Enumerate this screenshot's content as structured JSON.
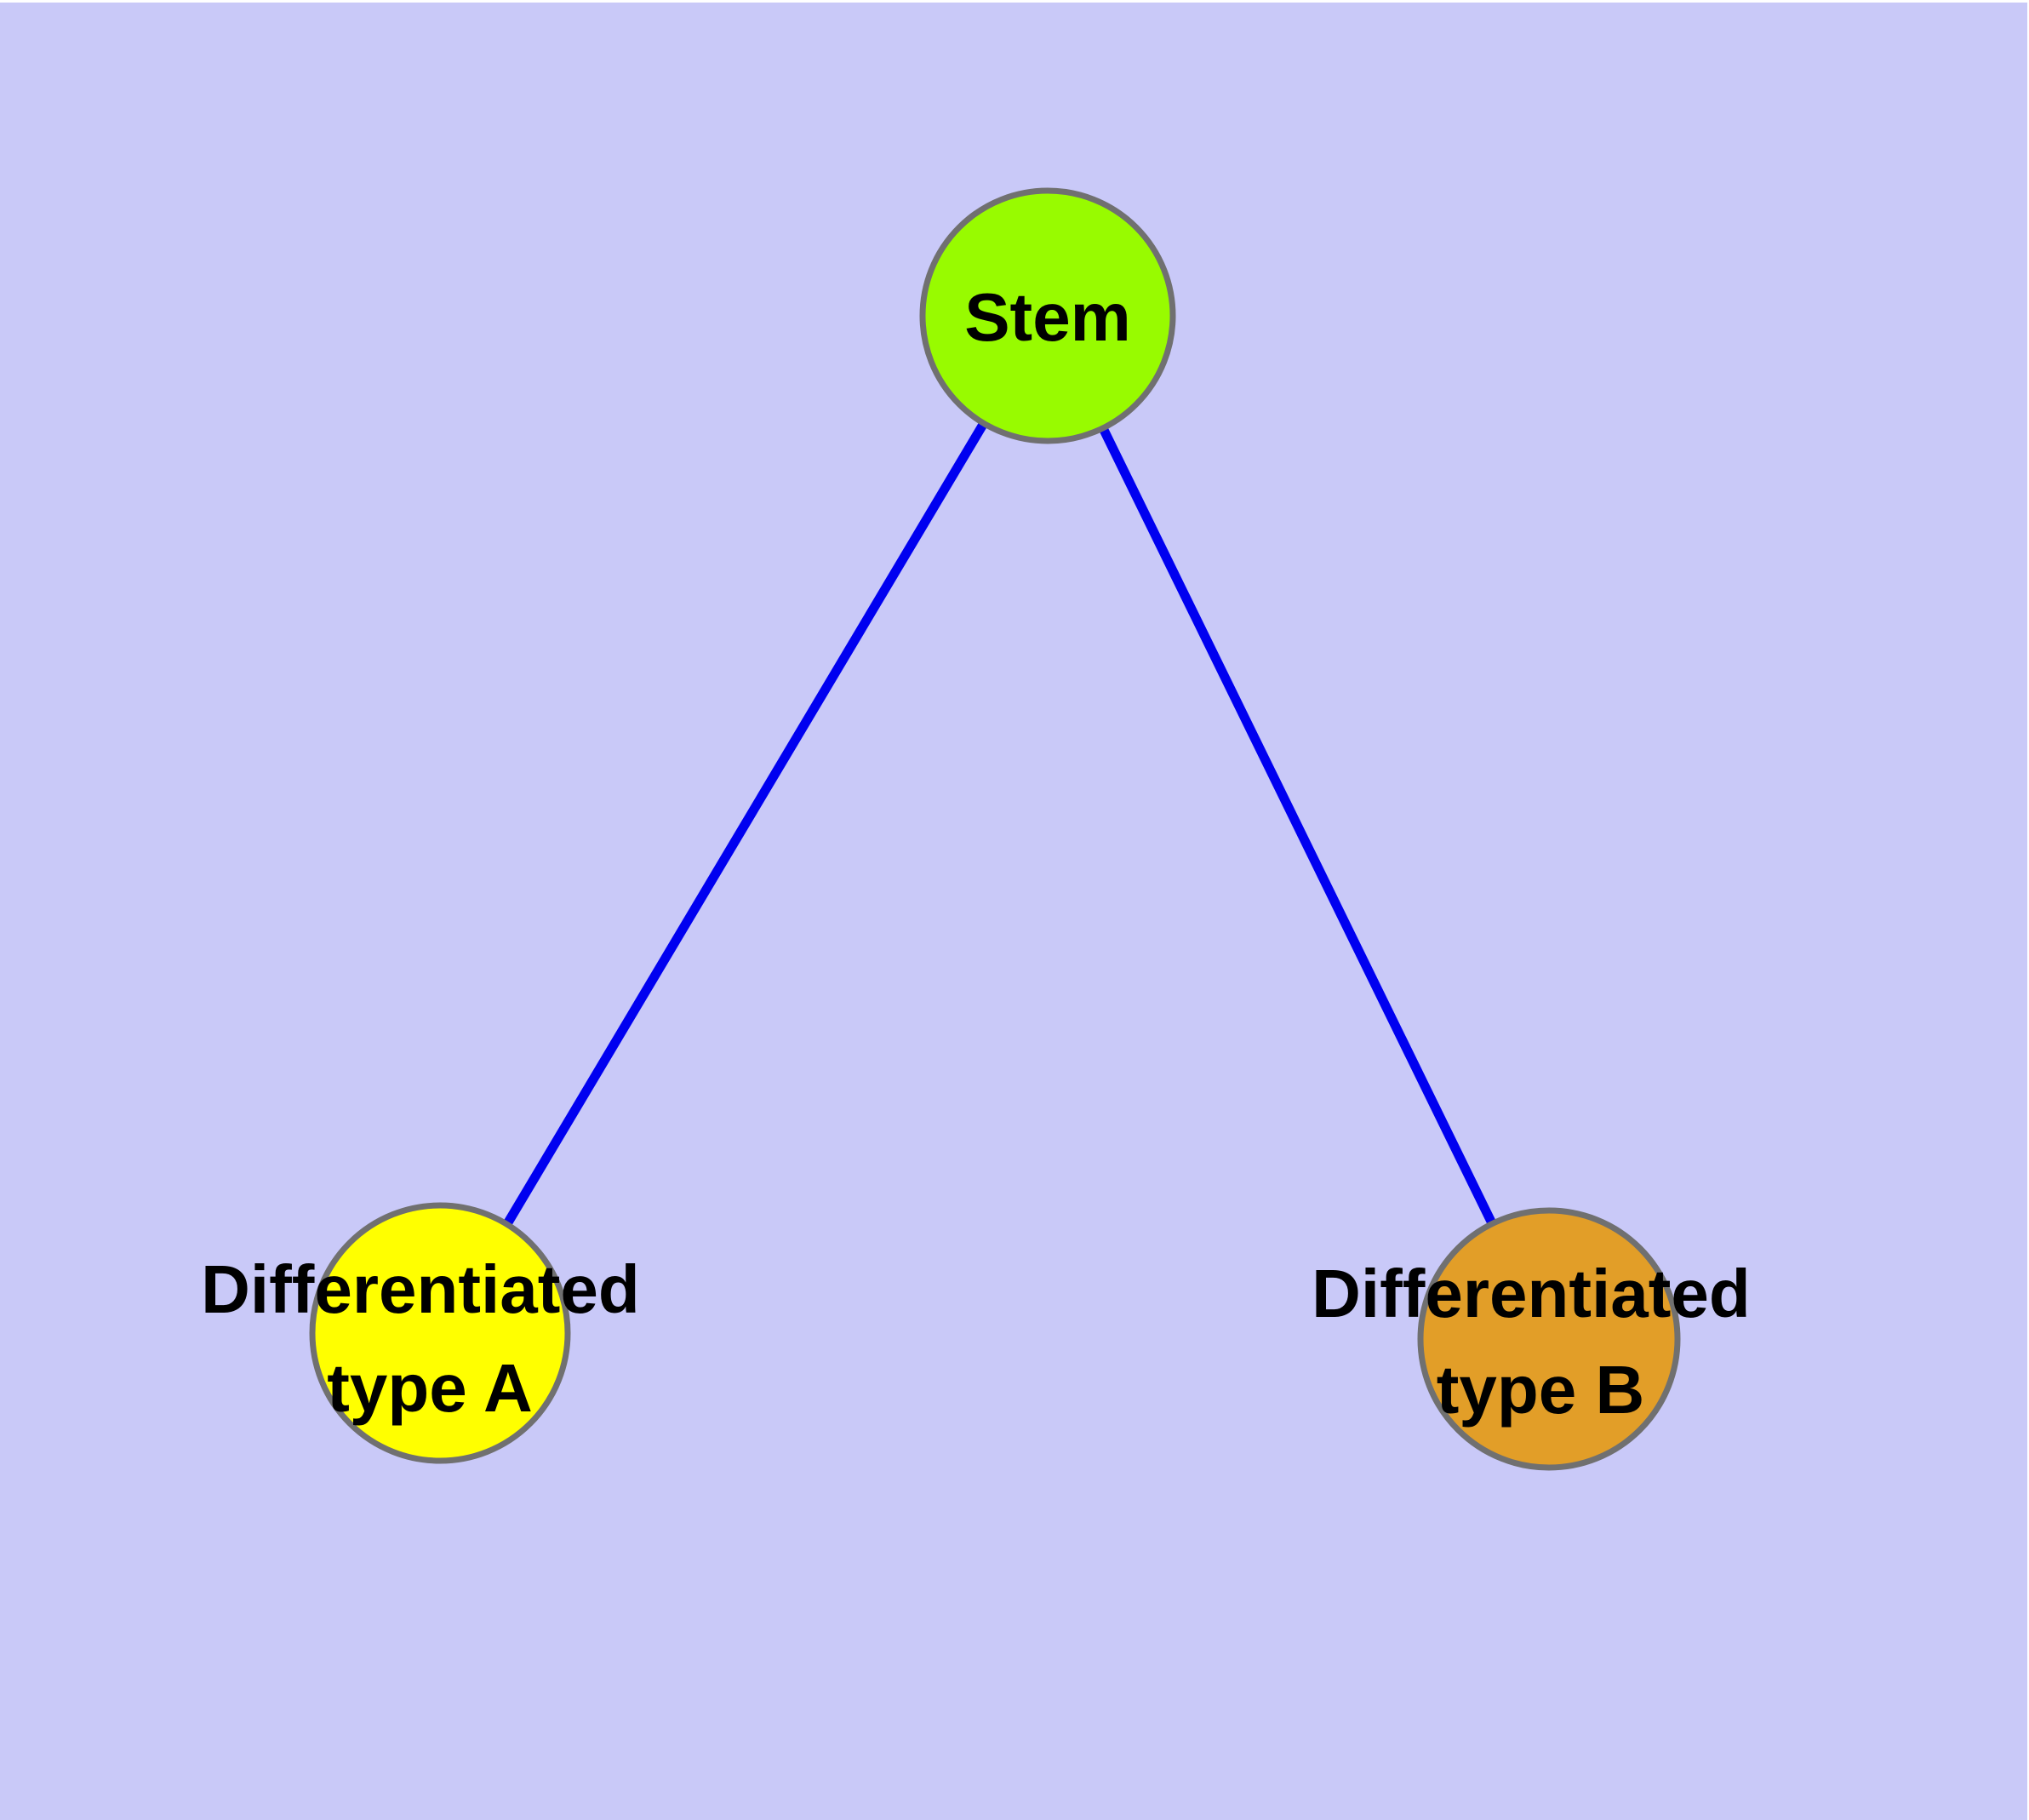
{
  "diagram": {
    "type": "graph",
    "background_color": "#c9c9f8",
    "edge_color": "#0000f0",
    "node_border_color": "#707070",
    "text_color": "#000000",
    "nodes": [
      {
        "id": "stem",
        "label": "Stem",
        "color": "#98fb00"
      },
      {
        "id": "differentiated-type-a",
        "label": "Differentiated type A",
        "label_line1": "Differentiated",
        "label_line2": "type A",
        "color": "#ffff00"
      },
      {
        "id": "differentiated-type-b",
        "label": "Differentiated type B",
        "label_line1": "Differentiated",
        "label_line2": "type B",
        "color": "#e29e28"
      }
    ],
    "edges": [
      {
        "from": "Stem",
        "to": "Differentiated type A",
        "color": "#0000f0"
      },
      {
        "from": "Stem",
        "to": "Differentiated type B",
        "color": "#0000f0"
      }
    ]
  }
}
